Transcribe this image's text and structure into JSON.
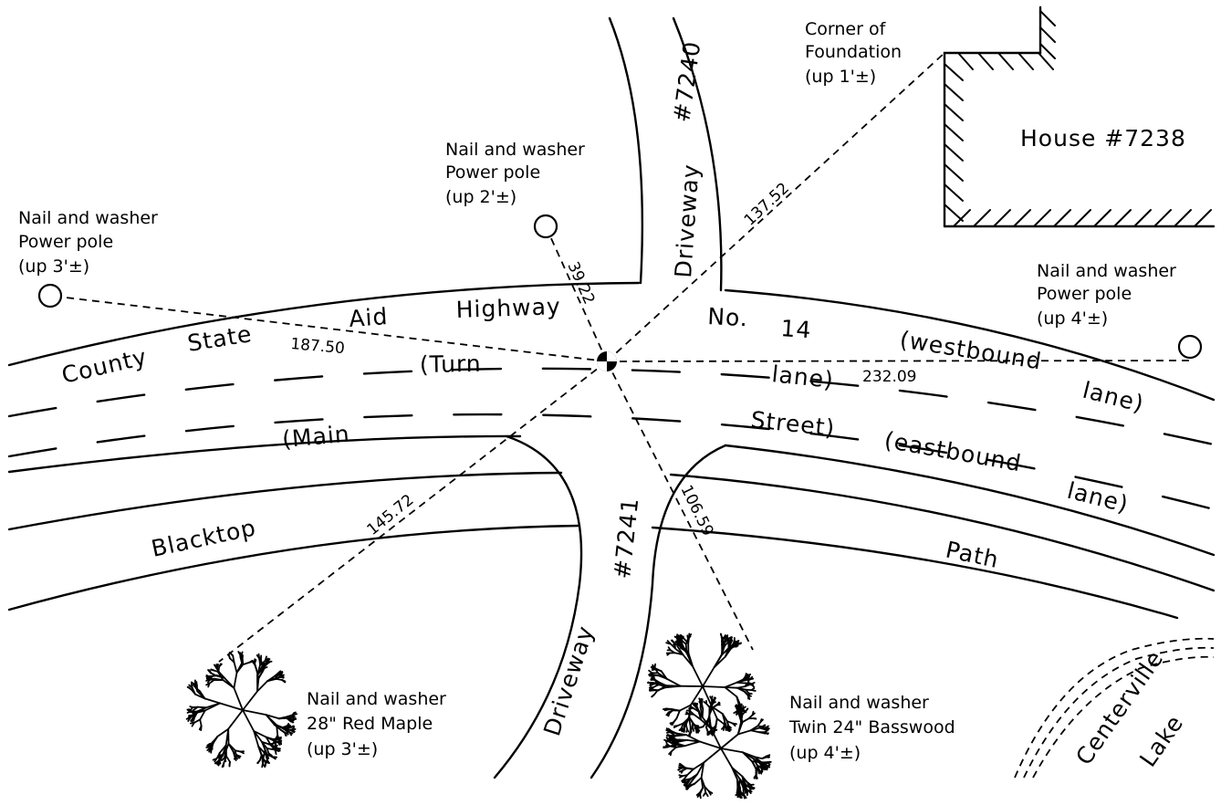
{
  "labels": {
    "foundation_corner": [
      "Corner of",
      "Foundation",
      "(up 1'±)"
    ],
    "house": "House #7238",
    "pole_center": [
      "Nail and washer",
      "Power pole",
      "(up 2'±)"
    ],
    "pole_west": [
      "Nail and washer",
      "Power pole",
      "(up 3'±)"
    ],
    "pole_east": [
      "Nail and washer",
      "Power pole",
      "(up 4'±)"
    ],
    "maple": [
      "Nail and washer",
      "28\" Red Maple",
      "(up 3'±)"
    ],
    "basswood": [
      "Nail and washer",
      "Twin 24\" Basswood",
      "(up 4'±)"
    ],
    "lake": [
      "Centerville",
      "Lake"
    ]
  },
  "road_words": {
    "county": "County",
    "state": "State",
    "aid": "Aid",
    "highway": "Highway",
    "no": "No.",
    "num14": "14",
    "turn": "(Turn",
    "lane_close": "lane)",
    "westbound": "(westbound",
    "westbound_lane": "lane)",
    "main": "(Main",
    "street": "Street)",
    "eastbound": "(eastbound",
    "eastbound_lane": "lane)",
    "blacktop": "Blacktop",
    "path": "Path",
    "driveway_north": "Driveway",
    "driveway_north_num": "#7240",
    "driveway_south": "Driveway",
    "driveway_south_num": "#7241"
  },
  "distances": {
    "to_foundation": "137.52",
    "to_pole_center": "39.22",
    "to_pole_west": "187.50",
    "to_pole_east": "232.09",
    "to_maple": "145.72",
    "to_basswood": "106.59"
  }
}
